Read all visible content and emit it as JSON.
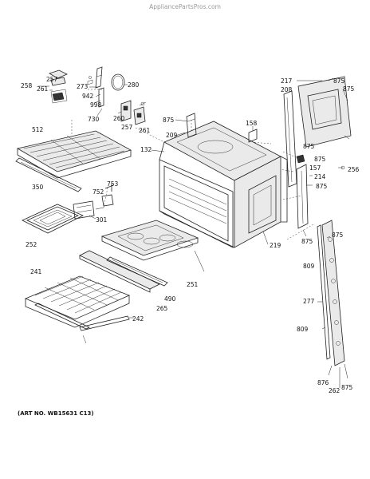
{
  "watermark": "AppliancePartsPros.com",
  "art_number": "(ART NO. WB15631 C13)",
  "callouts": [
    {
      "id": "257a",
      "text": "257"
    },
    {
      "id": "258",
      "text": "258"
    },
    {
      "id": "261a",
      "text": "261"
    },
    {
      "id": "273",
      "text": "273"
    },
    {
      "id": "942",
      "text": "942"
    },
    {
      "id": "998",
      "text": "998"
    },
    {
      "id": "730",
      "text": "730"
    },
    {
      "id": "280",
      "text": "280"
    },
    {
      "id": "260",
      "text": "260"
    },
    {
      "id": "257b",
      "text": "257"
    },
    {
      "id": "261b",
      "text": "261"
    },
    {
      "id": "512",
      "text": "512"
    },
    {
      "id": "350",
      "text": "350"
    },
    {
      "id": "753",
      "text": "753"
    },
    {
      "id": "752",
      "text": "752"
    },
    {
      "id": "301",
      "text": "301"
    },
    {
      "id": "252",
      "text": "252"
    },
    {
      "id": "241",
      "text": "241"
    },
    {
      "id": "242",
      "text": "242"
    },
    {
      "id": "265",
      "text": "265"
    },
    {
      "id": "490",
      "text": "490"
    },
    {
      "id": "251",
      "text": "251"
    },
    {
      "id": "219",
      "text": "219"
    },
    {
      "id": "132",
      "text": "132"
    },
    {
      "id": "209",
      "text": "209"
    },
    {
      "id": "875a",
      "text": "875"
    },
    {
      "id": "158",
      "text": "158"
    },
    {
      "id": "217",
      "text": "217"
    },
    {
      "id": "208",
      "text": "208"
    },
    {
      "id": "875b",
      "text": "875"
    },
    {
      "id": "875c",
      "text": "875"
    },
    {
      "id": "875d",
      "text": "875"
    },
    {
      "id": "875e",
      "text": "875"
    },
    {
      "id": "157",
      "text": "157"
    },
    {
      "id": "256",
      "text": "256"
    },
    {
      "id": "214",
      "text": "214"
    },
    {
      "id": "875f",
      "text": "875"
    },
    {
      "id": "875g",
      "text": "875"
    },
    {
      "id": "875h",
      "text": "875"
    },
    {
      "id": "809a",
      "text": "809"
    },
    {
      "id": "277",
      "text": "277"
    },
    {
      "id": "809b",
      "text": "809"
    },
    {
      "id": "876",
      "text": "876"
    },
    {
      "id": "262",
      "text": "262"
    },
    {
      "id": "875i",
      "text": "875"
    }
  ]
}
